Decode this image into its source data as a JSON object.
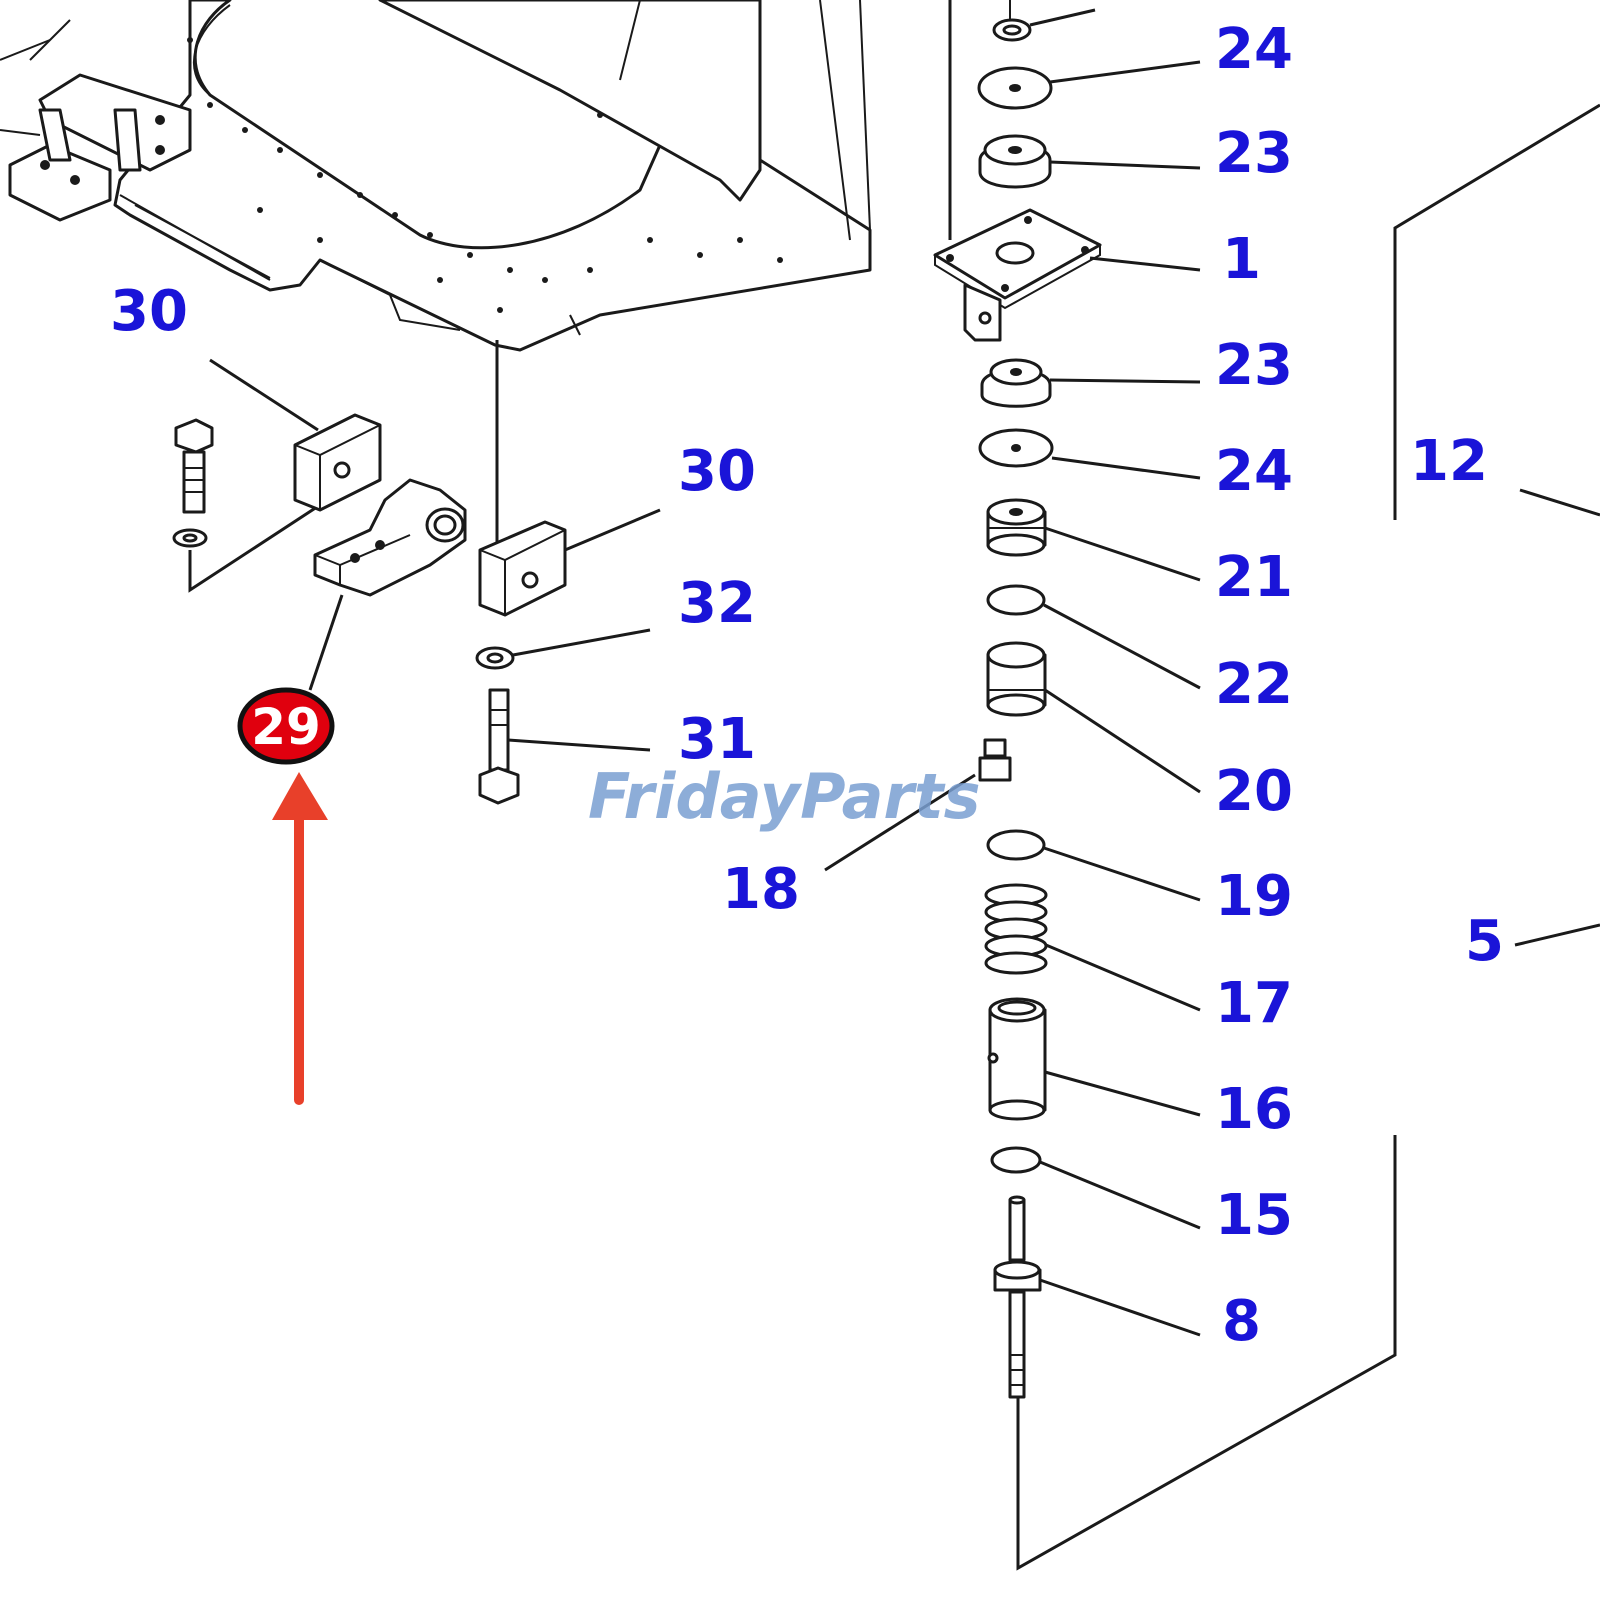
{
  "watermark": {
    "part1": "Friday",
    "part2": "Parts"
  },
  "highlight": {
    "label": "29",
    "color": "#e0000e",
    "arrow_color": "#e8402a"
  },
  "label_color": "#1a14d8",
  "callouts": {
    "c24a": "24",
    "c23a": "23",
    "c1": "1",
    "c23b": "23",
    "c24b": "24",
    "c21": "21",
    "c22": "22",
    "c20": "20",
    "c19": "19",
    "c17": "17",
    "c16": "16",
    "c15": "15",
    "c8": "8",
    "c12": "12",
    "c5": "5",
    "c30a": "30",
    "c30b": "30",
    "c32": "32",
    "c31": "31",
    "c18": "18"
  }
}
